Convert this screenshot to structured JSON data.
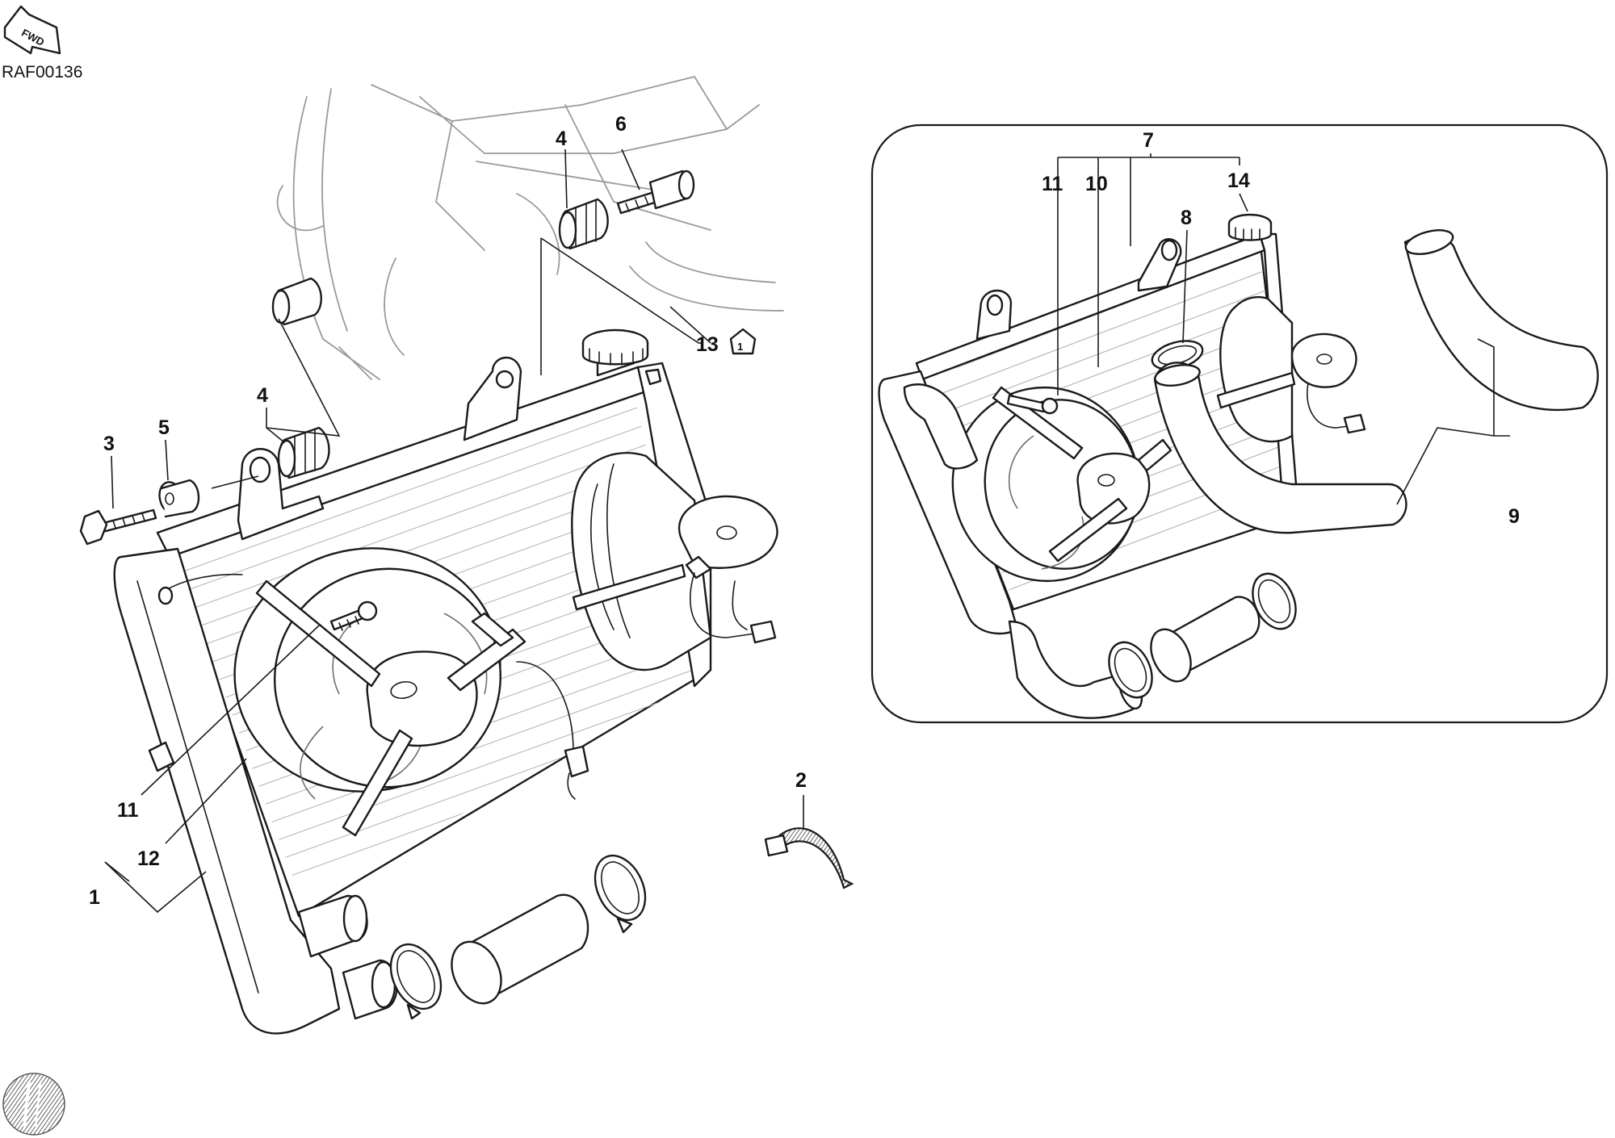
{
  "diagram": {
    "code": "RAF00136",
    "fwd_label": "FWD",
    "ref_marker": "1",
    "callouts": [
      {
        "id": "c1",
        "text": "1"
      },
      {
        "id": "c2",
        "text": "2"
      },
      {
        "id": "c3",
        "text": "3"
      },
      {
        "id": "c4a",
        "text": "4"
      },
      {
        "id": "c4b",
        "text": "4"
      },
      {
        "id": "c5",
        "text": "5"
      },
      {
        "id": "c6",
        "text": "6"
      },
      {
        "id": "c7",
        "text": "7"
      },
      {
        "id": "c8",
        "text": "8"
      },
      {
        "id": "c9",
        "text": "9"
      },
      {
        "id": "c10",
        "text": "10"
      },
      {
        "id": "c11a",
        "text": "11"
      },
      {
        "id": "c11b",
        "text": "11"
      },
      {
        "id": "c12",
        "text": "12"
      },
      {
        "id": "c13",
        "text": "13"
      },
      {
        "id": "c14",
        "text": "14"
      }
    ]
  }
}
